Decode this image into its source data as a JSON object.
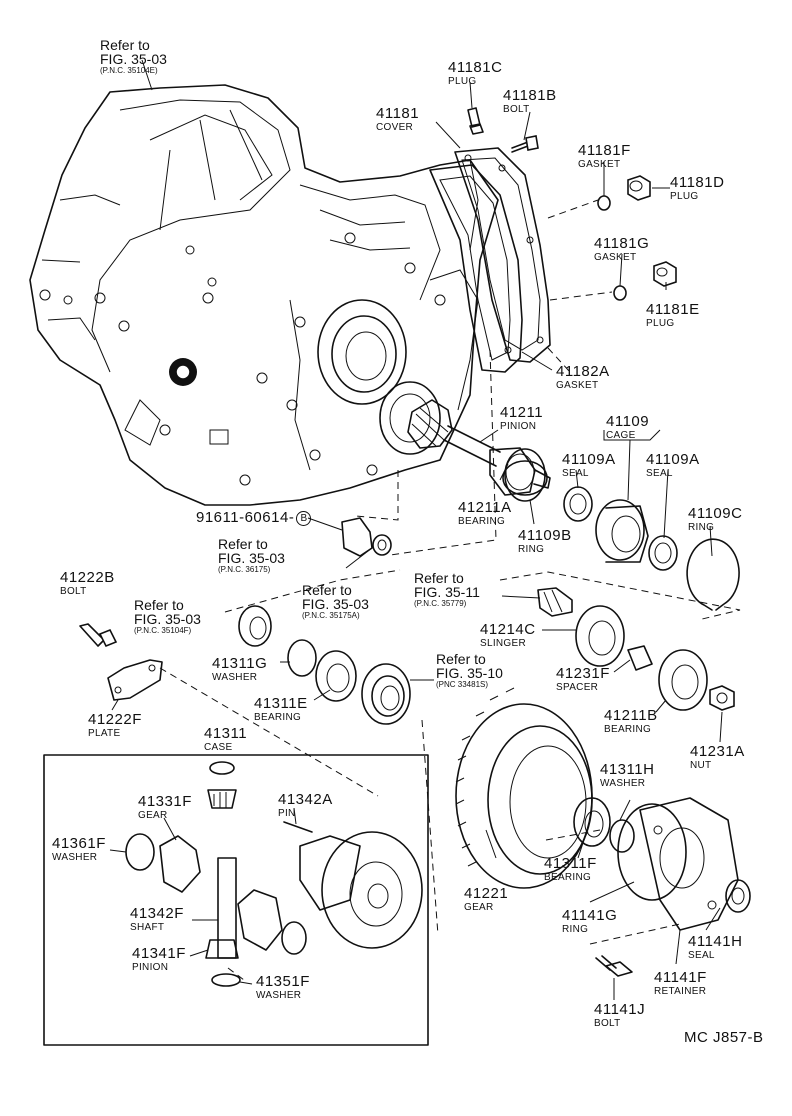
{
  "diagram": {
    "code": "MC J857-B",
    "parts": [
      {
        "number": "41181C",
        "name": "PLUG"
      },
      {
        "number": "41181B",
        "name": "BOLT"
      },
      {
        "number": "41181",
        "name": "COVER"
      },
      {
        "number": "41181F",
        "name": "GASKET"
      },
      {
        "number": "41181D",
        "name": "PLUG"
      },
      {
        "number": "41181G",
        "name": "GASKET"
      },
      {
        "number": "41181E",
        "name": "PLUG"
      },
      {
        "number": "41182A",
        "name": "GASKET"
      },
      {
        "number": "41211",
        "name": "PINION"
      },
      {
        "number": "41109",
        "name": "CAGE"
      },
      {
        "number": "41109A",
        "name": "SEAL"
      },
      {
        "number": "41109A",
        "name": "SEAL"
      },
      {
        "number": "41211A",
        "name": "BEARING"
      },
      {
        "number": "41109B",
        "name": "RING"
      },
      {
        "number": "41109C",
        "name": "RING"
      },
      {
        "number": "41222B",
        "name": "BOLT"
      },
      {
        "number": "41214C",
        "name": "SLINGER"
      },
      {
        "number": "41311G",
        "name": "WASHER"
      },
      {
        "number": "41231F",
        "name": "SPACER"
      },
      {
        "number": "41311E",
        "name": "BEARING"
      },
      {
        "number": "41211B",
        "name": "BEARING"
      },
      {
        "number": "41222F",
        "name": "PLATE"
      },
      {
        "number": "41231A",
        "name": "NUT"
      },
      {
        "number": "41311",
        "name": "CASE"
      },
      {
        "number": "41311H",
        "name": "WASHER"
      },
      {
        "number": "41331F",
        "name": "GEAR"
      },
      {
        "number": "41342A",
        "name": "PIN"
      },
      {
        "number": "41361F",
        "name": "WASHER"
      },
      {
        "number": "41311F",
        "name": "BEARING"
      },
      {
        "number": "41221",
        "name": "GEAR"
      },
      {
        "number": "41342F",
        "name": "SHAFT"
      },
      {
        "number": "41141G",
        "name": "RING"
      },
      {
        "number": "41141H",
        "name": "SEAL"
      },
      {
        "number": "41341F",
        "name": "PINION"
      },
      {
        "number": "41141F",
        "name": "RETAINER"
      },
      {
        "number": "41351F",
        "name": "WASHER"
      },
      {
        "number": "41141J",
        "name": "BOLT"
      }
    ],
    "plain_part": {
      "number": "91611-60614",
      "marker": "B"
    },
    "references": [
      {
        "line1": "Refer to",
        "line2": "FIG. 35-03",
        "pnc": "(P.N.C. 35104E)"
      },
      {
        "line1": "Refer to",
        "line2": "FIG. 35-03",
        "pnc": "(P.N.C. 36175)"
      },
      {
        "line1": "Refer to",
        "line2": "FIG. 35-03",
        "pnc": "(P.N.C. 35175A)"
      },
      {
        "line1": "Refer to",
        "line2": "FIG. 35-11",
        "pnc": "(P.N.C. 35779)"
      },
      {
        "line1": "Refer to",
        "line2": "FIG. 35-03",
        "pnc": "(P.N.C. 35104F)"
      },
      {
        "line1": "Refer to",
        "line2": "FIG. 35-10",
        "pnc": "(PNC 33481S)"
      }
    ]
  }
}
